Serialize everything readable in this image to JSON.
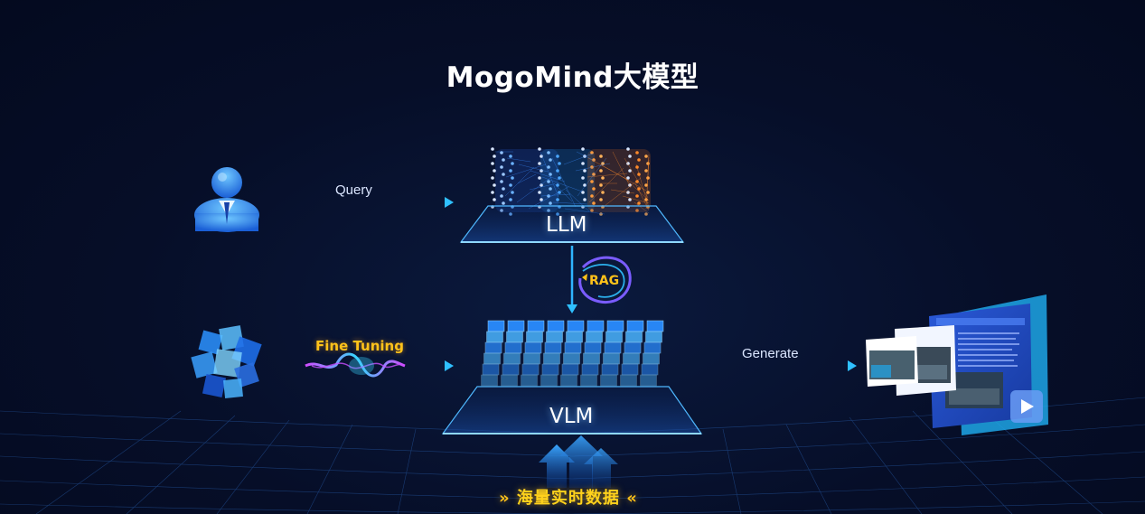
{
  "title": "MogoMind大模型",
  "nodes": {
    "llm": "LLM",
    "vlm": "VLM",
    "rag": "RAG",
    "data_source": "海量实时数据"
  },
  "edges": {
    "query": "Query",
    "fine_tuning": "Fine Tuning",
    "generate": "Generate"
  },
  "colors": {
    "background": "#060e28",
    "accent_blue": "#1fa8ff",
    "accent_yellow": "#ffc21a",
    "platform_edge": "#4fb8ff"
  },
  "icons": [
    "user-icon",
    "cube-cluster-icon",
    "neural-network-icon",
    "rag-loop-icon",
    "output-documents-icon",
    "play-icon",
    "upload-arrows-icon"
  ]
}
